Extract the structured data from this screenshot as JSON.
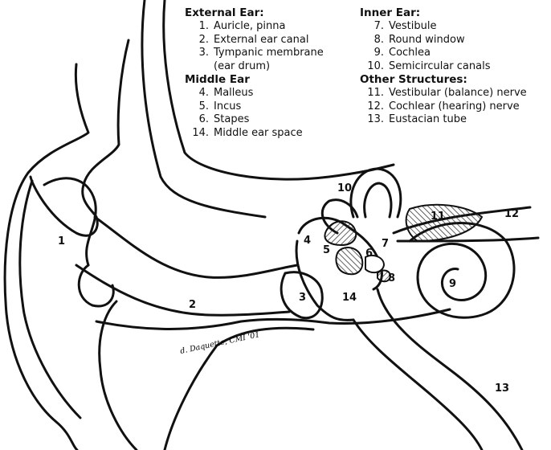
{
  "legend": {
    "external": {
      "heading": "External Ear:",
      "items": [
        {
          "num": "1.",
          "text": "Auricle, pinna"
        },
        {
          "num": "2.",
          "text": "External ear canal"
        },
        {
          "num": "3.",
          "text": "Tympanic membrane"
        }
      ],
      "continuation": "(ear drum)"
    },
    "middle": {
      "heading": "Middle Ear",
      "items": [
        {
          "num": "4.",
          "text": "Malleus"
        },
        {
          "num": "5.",
          "text": "Incus"
        },
        {
          "num": "6.",
          "text": "Stapes"
        },
        {
          "num": "14.",
          "text": "Middle ear space"
        }
      ]
    },
    "inner": {
      "heading": "Inner Ear:",
      "items": [
        {
          "num": "7.",
          "text": "Vestibule"
        },
        {
          "num": "8.",
          "text": "Round window"
        },
        {
          "num": "9.",
          "text": "Cochlea"
        },
        {
          "num": "10.",
          "text": "Semicircular canals"
        }
      ]
    },
    "other": {
      "heading": "Other Structures:",
      "items": [
        {
          "num": "11.",
          "text": "Vestibular (balance) nerve"
        },
        {
          "num": "12.",
          "text": "Cochlear (hearing) nerve"
        },
        {
          "num": "13.",
          "text": "Eustacian tube"
        }
      ]
    }
  },
  "labels": {
    "n1": "1",
    "n2": "2",
    "n3": "3",
    "n4": "4",
    "n5": "5",
    "n6": "6",
    "n7": "7",
    "n8": "8",
    "n9": "9",
    "n10": "10",
    "n11": "11",
    "n12": "12",
    "n13": "13",
    "n14": "14"
  },
  "signature": "d. Daquette, CMI '01"
}
